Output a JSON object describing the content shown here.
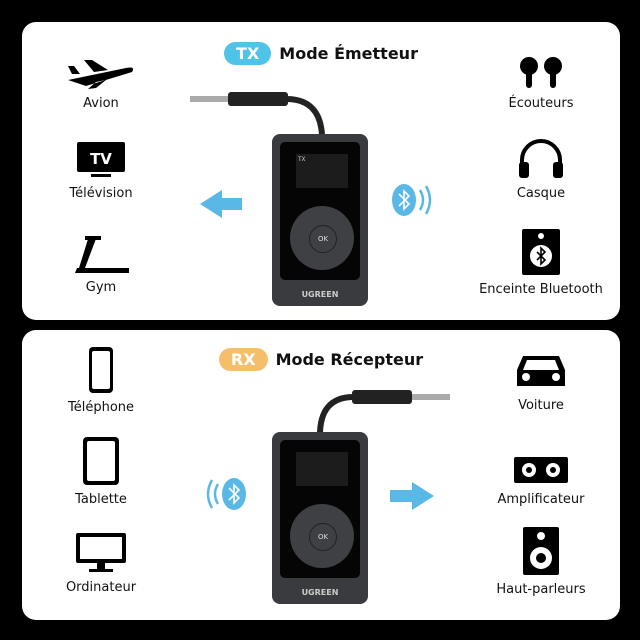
{
  "tx": {
    "badge": "TX",
    "title": "Mode Émetteur",
    "badge_color": "#4fc3e8",
    "left": [
      {
        "label": "Avion",
        "icon": "airplane-icon"
      },
      {
        "label": "Télévision",
        "icon": "tv-icon",
        "icon_text": "TV"
      },
      {
        "label": "Gym",
        "icon": "treadmill-icon"
      }
    ],
    "right": [
      {
        "label": "Écouteurs",
        "icon": "earbuds-icon"
      },
      {
        "label": "Casque",
        "icon": "headphones-icon"
      },
      {
        "label": "Enceinte Bluetooth",
        "icon": "bluetooth-speaker-icon"
      }
    ],
    "screen": "TX"
  },
  "rx": {
    "badge": "RX",
    "title": "Mode Récepteur",
    "badge_color": "#f5be6a",
    "left": [
      {
        "label": "Téléphone",
        "icon": "phone-icon"
      },
      {
        "label": "Tablette",
        "icon": "tablet-icon"
      },
      {
        "label": "Ordinateur",
        "icon": "monitor-icon"
      }
    ],
    "right": [
      {
        "label": "Voiture",
        "icon": "car-icon"
      },
      {
        "label": "Amplificateur",
        "icon": "amplifier-icon"
      },
      {
        "label": "Haut-parleurs",
        "icon": "speaker-icon"
      }
    ]
  },
  "device": {
    "brand": "UGREEN",
    "ok": "OK"
  },
  "accent": "#5ab8e6"
}
